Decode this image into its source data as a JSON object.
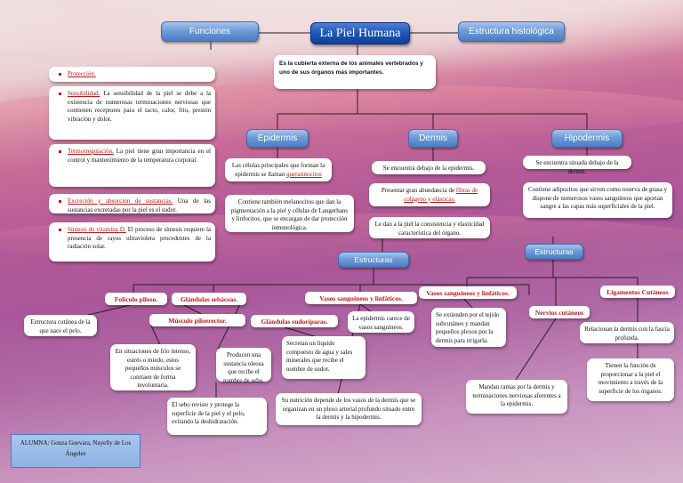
{
  "title": "La Piel Humana",
  "nodes": {
    "funciones": "Funciones",
    "estructura": "Estructura histológica",
    "epidermis": "Epidermis",
    "dermis": "Dermis",
    "hipodermis": "Hipodermis",
    "estructuras": "Estructuras"
  },
  "definition": "Es la cubierta externa de los animales vertebrados y uno de sus órganos más importantes.",
  "funciones": [
    {
      "title": "Protección.",
      "text": ""
    },
    {
      "title": "Sensibilidad.",
      "text": "La sensibilidad de la piel se debe a la existencia de numerosas terminaciones nerviosas que contienen receptores para el tacto, calor, frío, presión vibración y dolor."
    },
    {
      "title": "Termorregulación.",
      "text": "La piel tiene gran importancia en el control y mantenimiento de la temperatura corporal."
    },
    {
      "title": "Excreción y absorción de sustancias.",
      "text": "Una de las sustancias excretadas por la piel es el sudor."
    },
    {
      "title": "Síntesis de vitamina D.",
      "text": "El proceso de síntesis requiere la presencia de rayos ultravioleta procedentes de la radiación solar."
    }
  ],
  "epidermis": {
    "cells_text": "Las células principales que forman la epidermis se llaman",
    "cells_link": "queratinocitos",
    "melano_text": "Contiene también melanocitos que dan la pigmentación a la piel y células de Langerhans y linfocitos, que se encargan de dar protección inmunológica."
  },
  "dermis": {
    "ubicacion": "Se encuentra debajo de la epidermis.",
    "fibras_text": "Presentar gran abundancia de",
    "fibras_link": "fibras de colágeno y elásticas.",
    "consistencia": "Le dan a la piel la consistencia y elasticidad característica del órgano."
  },
  "hipodermis": {
    "ubicacion": "Se encuentra situada debajo de la dermis.",
    "adipocitos": "Contiene adipocitos que sirven como reserva de grasa y dispone de numerosos vasos sanguíneos que aportan sangre a las capas más superficiales de la piel."
  },
  "estructuras_dermis": {
    "foliculo": "Folículo piloso.",
    "sebaceas": "Glándulas sebáceas.",
    "vasos": "Vasos sanguíneos y linfáticos.",
    "musculo": "Músculo piloerector.",
    "sudoriparas": "Glándulas sudoríparas."
  },
  "estructuras_hipodermis": {
    "vasos": "Vasos sanguíneos y linfáticos.",
    "nervios": "Nervios cutáneos",
    "ligamentos": "Ligamentos Cutáneos"
  },
  "descripciones": {
    "foliculo": "Estructura cutánea de la que nace el pelo.",
    "musculo": "En situaciones de frío intenso, estrés o miedo, estos pequeños músculos se contraen de forma involuntaria.",
    "sebaceas": "Producen una sustancia oleosa que recibe el nombre de sebo.",
    "sebo": "El sebo reviste y protege la superficie de la piel y el pelo, evitando la deshidratación.",
    "sudoriparas": "Secretan un líquido compuesto de agua y sales minerales que recibe el nombre de sudor.",
    "vasos_epidermis": "La epidermis carece de vasos sanguíneos.",
    "nutricion": "Su nutrición depende de los vasos de la dermis que se organizan en un plexo arterial profundo situado entre la dermis y la hipodermis.",
    "vasos_hipodermis": "Se extienden por el tejido subcutáneo y mandan pequeños plexos por la dermis para irrigarla.",
    "nervios": "Mandan ramas por la dermis y terminaciones nerviosas aferentes a la epidermis.",
    "ligamentos_1": "Relacionan la dermis con la fascia profunda.",
    "ligamentos_2": "Tienen la función de proporcionar a la piel el movimiento a través de la superficie de los órganos."
  },
  "author": "ALUMNA: Gonza Guevara, Nayelly de Los Ángeles"
}
